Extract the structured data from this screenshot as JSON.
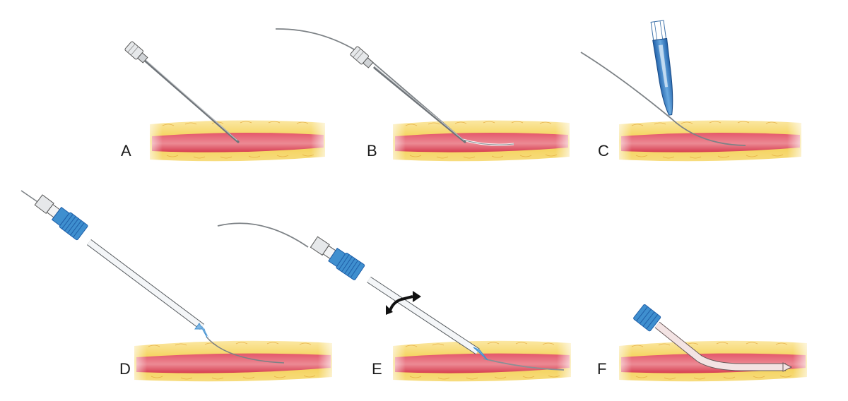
{
  "panels": [
    {
      "label": "A",
      "step": "needle-puncture"
    },
    {
      "label": "B",
      "step": "guidewire-insertion"
    },
    {
      "label": "C",
      "step": "skin-incision"
    },
    {
      "label": "D",
      "step": "dilator-sheath-advance"
    },
    {
      "label": "E",
      "step": "twist-advance"
    },
    {
      "label": "F",
      "step": "sheath-in-place"
    }
  ],
  "colors": {
    "fat": "#f3cf4e",
    "fat_edge": "#e8a92a",
    "vessel": "#d63c4f",
    "vessel_light": "#ec8a94",
    "metal": "#8a8f94",
    "dilator": "#f4f6f8",
    "hub_blue": "#3f8fcf",
    "wire": "#7d8286"
  }
}
